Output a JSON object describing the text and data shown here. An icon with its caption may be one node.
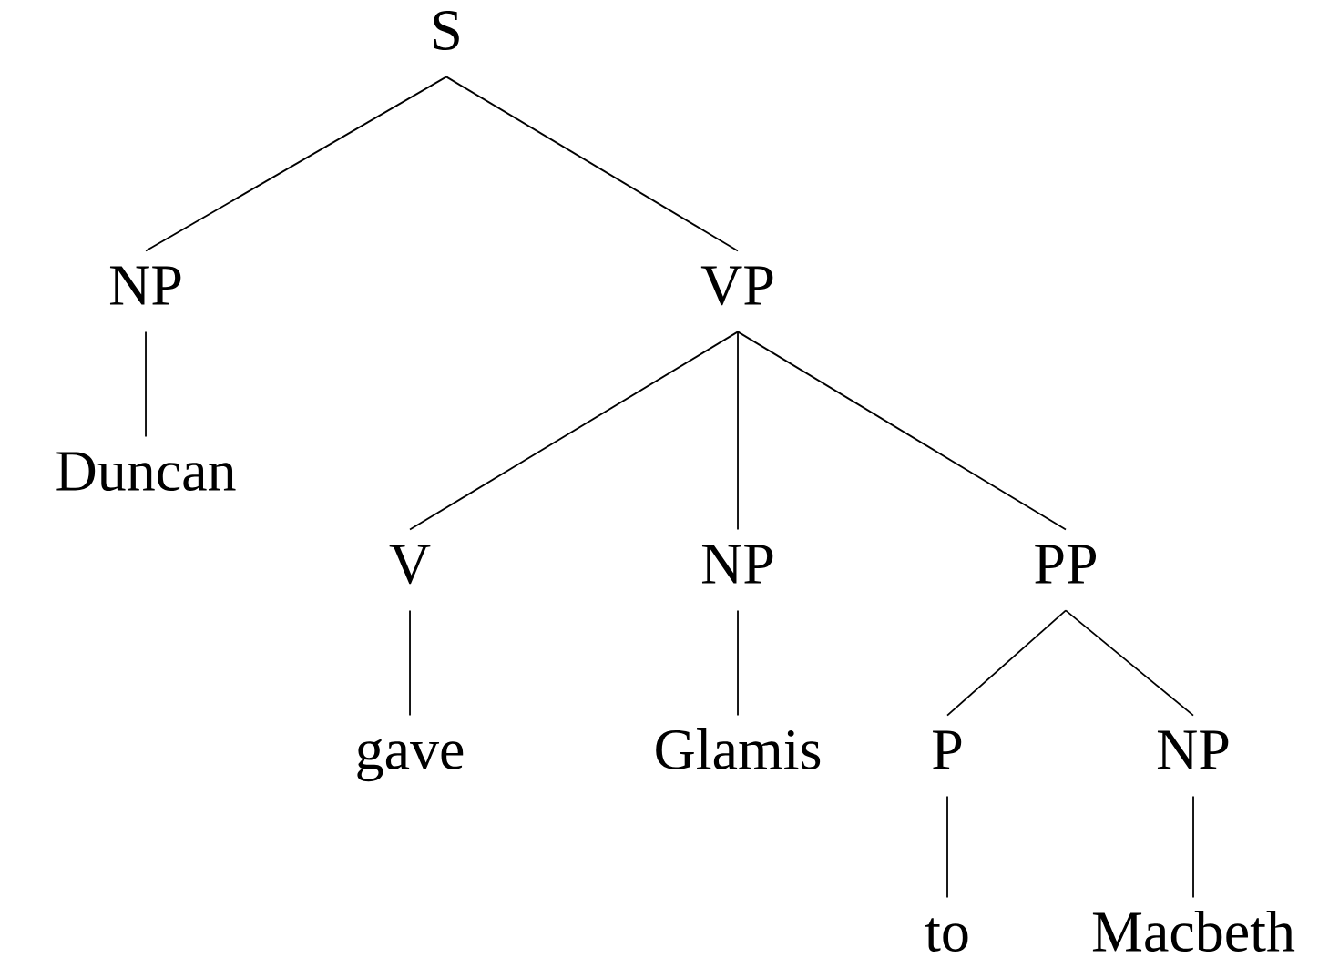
{
  "diagram": {
    "nodes": [
      {
        "text": [
          "S"
        ]
      },
      {
        "text": [
          "NP"
        ]
      },
      {
        "text": [
          "VP"
        ]
      },
      {
        "text": [
          "Duncan"
        ]
      },
      {
        "text": [
          "V"
        ]
      },
      {
        "text": [
          "NP"
        ]
      },
      {
        "text": [
          "PP"
        ]
      },
      {
        "text": [
          "gave"
        ]
      },
      {
        "text": [
          "Glamis"
        ]
      },
      {
        "text": [
          "P"
        ]
      },
      {
        "text": [
          "NP"
        ]
      },
      {
        "text": [
          "to"
        ]
      },
      {
        "text": [
          "Macbeth"
        ]
      }
    ],
    "edges": [
      {
        "from": 0,
        "to": 1,
        "arrow": "none"
      },
      {
        "from": 0,
        "to": 2,
        "arrow": "none"
      },
      {
        "from": 1,
        "to": 3,
        "arrow": "none"
      },
      {
        "from": 2,
        "to": 4,
        "arrow": "none"
      },
      {
        "from": 2,
        "to": 5,
        "arrow": "none"
      },
      {
        "from": 2,
        "to": 6,
        "arrow": "none"
      },
      {
        "from": 4,
        "to": 7,
        "arrow": "none"
      },
      {
        "from": 5,
        "to": 8,
        "arrow": "none"
      },
      {
        "from": 6,
        "to": 9,
        "arrow": "none"
      },
      {
        "from": 6,
        "to": 10,
        "arrow": "none"
      },
      {
        "from": 9,
        "to": 11,
        "arrow": "none"
      },
      {
        "from": 10,
        "to": 12,
        "arrow": "none"
      }
    ]
  }
}
